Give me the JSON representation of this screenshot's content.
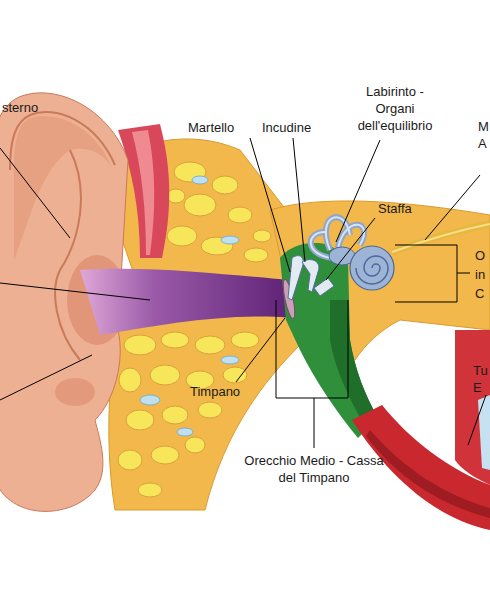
{
  "diagram": {
    "labels": [
      "sterno",
      "Martello",
      "Incudine",
      "Labirinto - Organi dell'equilibrio",
      "M A",
      "Staffa",
      "O in C",
      "Timpano",
      "Tu E",
      "Orecchio Medio - Cassa del Timpano"
    ]
  }
}
